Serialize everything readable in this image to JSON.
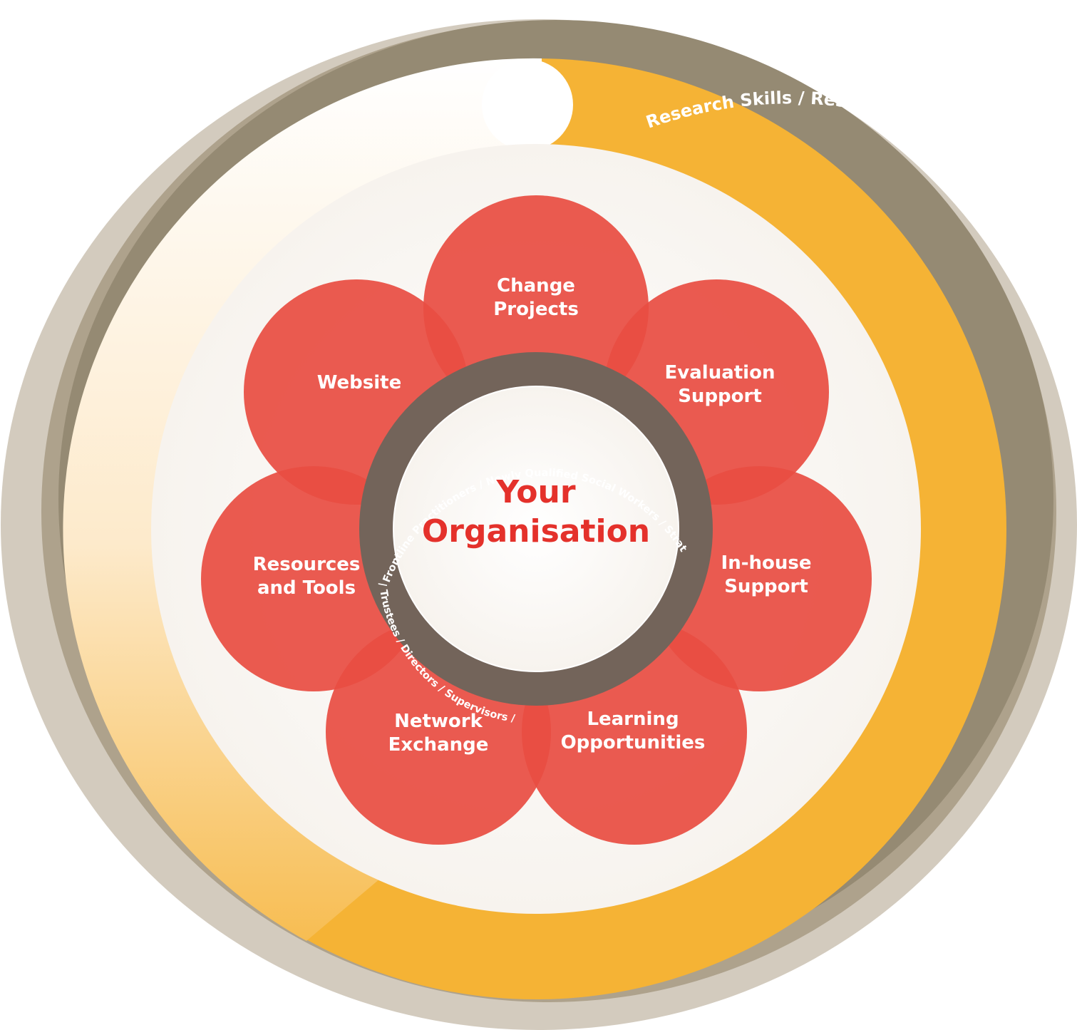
{
  "center": {
    "line1": "Your",
    "line2": "Organisation"
  },
  "petals": [
    {
      "line1": "Change",
      "line2": "Projects"
    },
    {
      "line1": "Evaluation",
      "line2": "Support"
    },
    {
      "line1": "In-house",
      "line2": "Support"
    },
    {
      "line1": "Learning",
      "line2": "Opportunities"
    },
    {
      "line1": "Network",
      "line2": "Exchange"
    },
    {
      "line1": "Resources",
      "line2": "and Tools"
    },
    {
      "line1": "Website",
      "line2": ""
    }
  ],
  "roles_top": "Frontline Practitioners  /  Newly Qualified Social Workers  /  Strategic Managers  /  Elected Representatives",
  "roles_bottom": "/ Trustees  /  Directors  /  Supervisors  /",
  "skills": "Research Skills   /   Research Knowledge   /   Service User Experience   /   Practice Skills   /   Practice Knowledge",
  "colors": {
    "outer_ring": "#d3cbbe",
    "middle_ring": "#aea28c",
    "dark_ring": "#958a73",
    "gold_band": "#f5b335",
    "petal": "#e84e43",
    "petal_overlap": "#e0232f",
    "role_ring": "#73645a",
    "center_text": "#e4312b"
  }
}
